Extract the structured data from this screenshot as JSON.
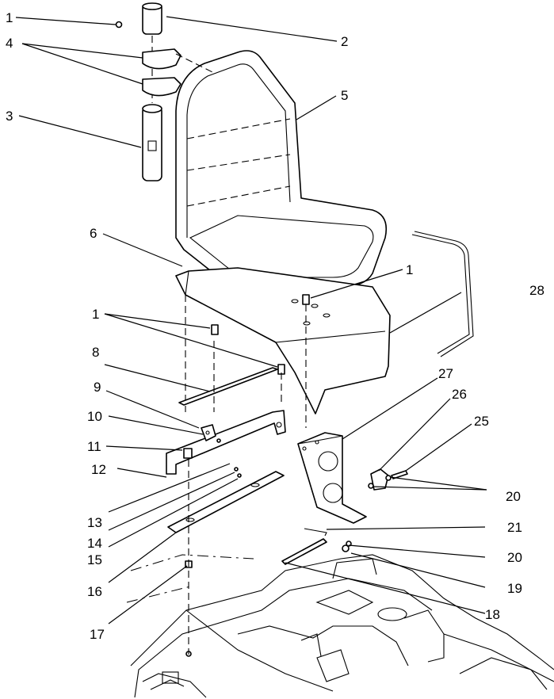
{
  "callouts": {
    "c1a": "1",
    "c2": "2",
    "c4": "4",
    "c5": "5",
    "c3": "3",
    "c6": "6",
    "c1b": "1",
    "c28": "28",
    "c1c": "1",
    "c8": "8",
    "c27": "27",
    "c9": "9",
    "c26": "26",
    "c10": "10",
    "c25": "25",
    "c11": "11",
    "c12": "12",
    "c20a": "20",
    "c13": "13",
    "c21": "21",
    "c14": "14",
    "c15": "15",
    "c20b": "20",
    "c16": "16",
    "c19": "19",
    "c18": "18",
    "c17": "17"
  }
}
